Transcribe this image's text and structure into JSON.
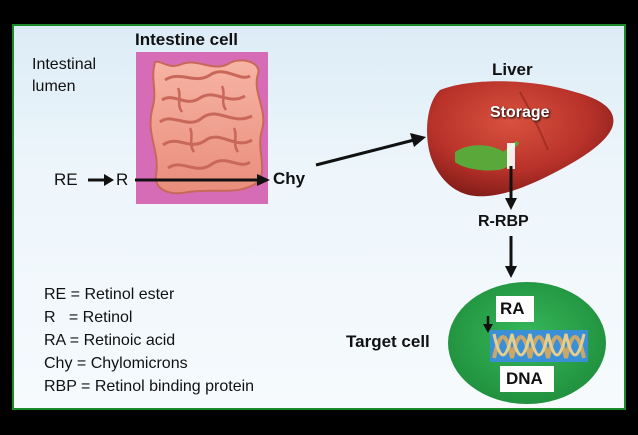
{
  "labels": {
    "intestine_cell": "Intestine cell",
    "intestinal_lumen_line1": "Intestinal",
    "intestinal_lumen_line2": "lumen",
    "liver": "Liver",
    "storage": "Storage",
    "re": "RE",
    "r": "R",
    "chy": "Chy",
    "r_rbp": "R-RBP",
    "target_cell": "Target cell",
    "ra": "RA",
    "dna": "DNA"
  },
  "legend": [
    "RE = Retinol ester",
    "R   = Retinol",
    "RA = Retinoic acid",
    "Chy = Chylomicrons",
    "RBP = Retinol binding protein"
  ],
  "colors": {
    "frame_border": "#1a8a2a",
    "intestine_bg": "#d66cb6",
    "liver": "#b8322a",
    "gallbladder": "#5aa83a",
    "target_cell": "#2aa84a",
    "dna_band": "#3b8fd6"
  }
}
